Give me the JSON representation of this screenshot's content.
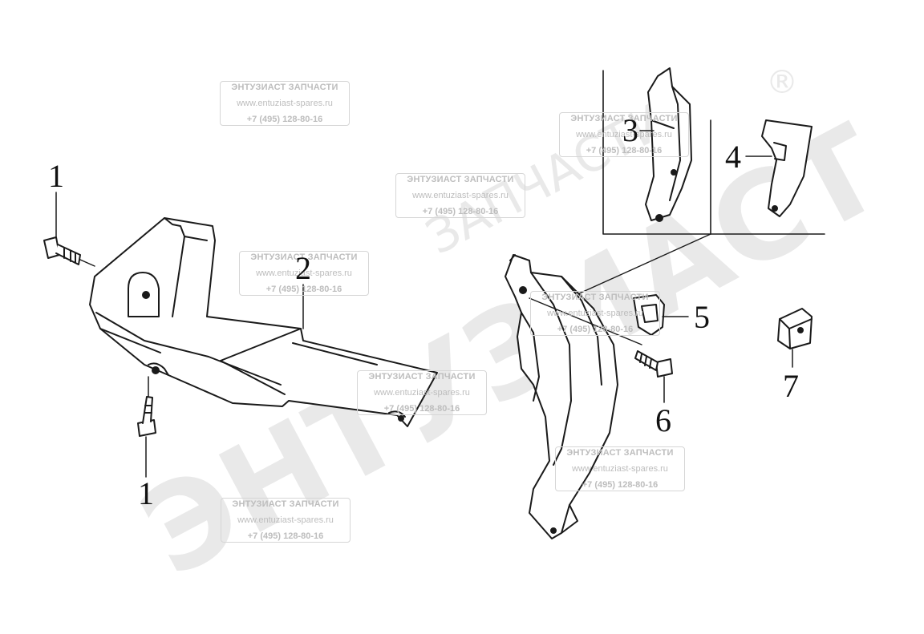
{
  "watermark": {
    "company": "ЭНТУЗИАСТ ЗАПЧАСТИ",
    "website": "www.entuziast-spares.ru",
    "phone": "+7 (495) 128-80-16",
    "big_text_main": "ЭНТУЗИАСТ",
    "big_text_sub": "ЗАПЧАСТИ",
    "registered_mark": "®"
  },
  "callouts": [
    {
      "id": "1a",
      "label": "1"
    },
    {
      "id": "1b",
      "label": "1"
    },
    {
      "id": "2",
      "label": "2"
    },
    {
      "id": "3",
      "label": "3"
    },
    {
      "id": "4",
      "label": "4"
    },
    {
      "id": "5",
      "label": "5"
    },
    {
      "id": "6",
      "label": "6"
    },
    {
      "id": "7",
      "label": "7"
    }
  ],
  "colors": {
    "line": "#1a1a1a",
    "watermark_text": "#bdbdbd",
    "watermark_big": "#e9e9e9"
  }
}
